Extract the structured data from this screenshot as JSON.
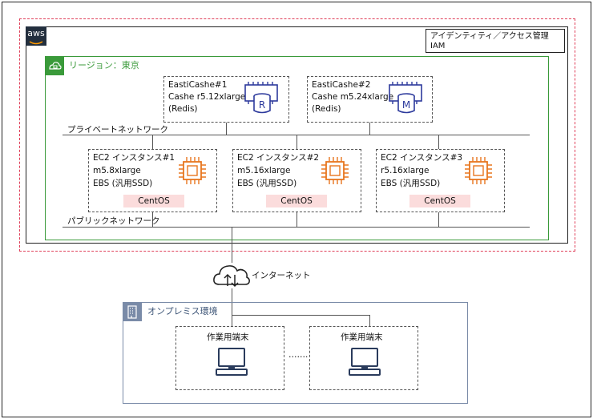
{
  "aws_label": "aws",
  "iam": {
    "line1": "アイデンティティ／アクセス管理",
    "line2": "IAM"
  },
  "region": {
    "label": "リージョン：東京"
  },
  "caches": [
    {
      "name": "EastiCashe#1",
      "spec": "Cashe r5.12xlarge",
      "engine": "(Redis)",
      "icon_letter": "R"
    },
    {
      "name": "EastiCashe#2",
      "spec": "Cashe m5.24xlarge",
      "engine": "(Redis)",
      "icon_letter": "M"
    }
  ],
  "private_network_label": "プライベートネットワーク",
  "instances": [
    {
      "name": "EC2 インスタンス#1",
      "type": "m5.8xlarge",
      "storage": "EBS (汎用SSD)",
      "os": "CentOS"
    },
    {
      "name": "EC2 インスタンス#2",
      "type": "m5.16xlarge",
      "storage": "EBS (汎用SSD)",
      "os": "CentOS"
    },
    {
      "name": "EC2 インスタンス#3",
      "type": "r5.16xlarge",
      "storage": "EBS (汎用SSD)",
      "os": "CentOS"
    }
  ],
  "public_network_label": "パブリックネットワーク",
  "internet_label": "インターネット",
  "onprem": {
    "label": "オンプレミス環境"
  },
  "terminals": [
    {
      "label": "作業用端末"
    },
    {
      "label": "作業用端末"
    }
  ],
  "ellipsis": "…….",
  "colors": {
    "region_green": "#3a9a3a",
    "aws_orange": "#e8761f",
    "cache_blue": "#2d3a9c",
    "centos_bg": "#fbdcdc",
    "red_dash": "#e0405a",
    "onprem_slate": "#7a8ba8"
  }
}
